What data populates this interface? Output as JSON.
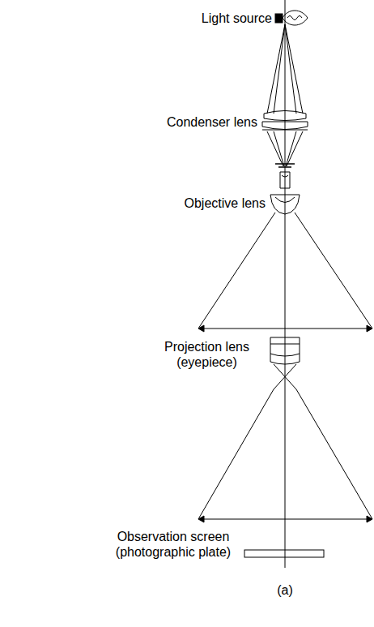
{
  "diagram": {
    "labels": [
      "Light source",
      "Condenser lens",
      "Objective lens",
      "Projection lens (eyepiece)",
      "Observation screen (photographic plate)",
      "(a)"
    ]
  }
}
